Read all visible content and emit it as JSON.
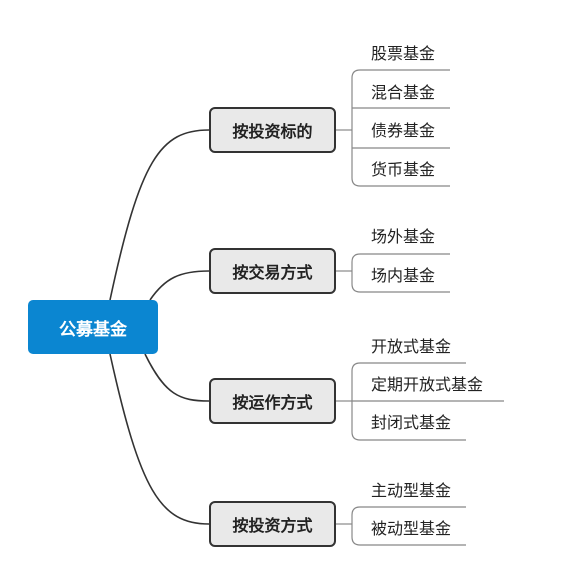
{
  "root": {
    "label": "公募基金"
  },
  "branches": [
    {
      "label": "按投资标的",
      "leaves": [
        "股票基金",
        "混合基金",
        "债券基金",
        "货币基金"
      ]
    },
    {
      "label": "按交易方式",
      "leaves": [
        "场外基金",
        "场内基金"
      ]
    },
    {
      "label": "按运作方式",
      "leaves": [
        "开放式基金",
        "定期开放式基金",
        "封闭式基金"
      ]
    },
    {
      "label": "按投资方式",
      "leaves": [
        "主动型基金",
        "被动型基金"
      ]
    }
  ],
  "colors": {
    "root_fill": "#0b86d1",
    "branch_fill": "#e9e9e9",
    "line": "#333333",
    "leaf_line": "#888888"
  }
}
